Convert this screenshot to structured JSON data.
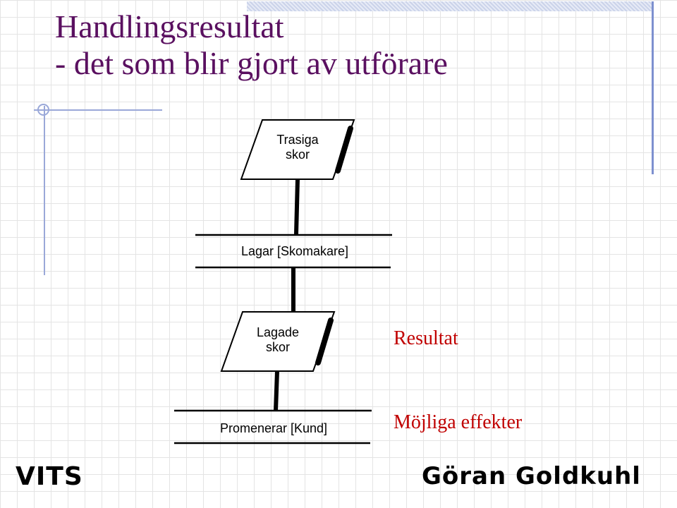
{
  "title": {
    "line1": "Handlingsresultat",
    "line2": "- det som blir gjort av utförare"
  },
  "diagram": {
    "input_object": "Trasiga\nskor",
    "action1": "Lagar [Skomakare]",
    "result_object": "Lagade\nskor",
    "action2": "Promenerar [Kund]"
  },
  "annotations": {
    "result": "Resultat",
    "effects": "Möjliga effekter"
  },
  "footer": {
    "left_logo": "VITS",
    "right_logo": "Göran Goldkuhl"
  },
  "colors": {
    "title": "#5a1060",
    "annotation": "#c00000",
    "accent": "#7d90cf"
  }
}
